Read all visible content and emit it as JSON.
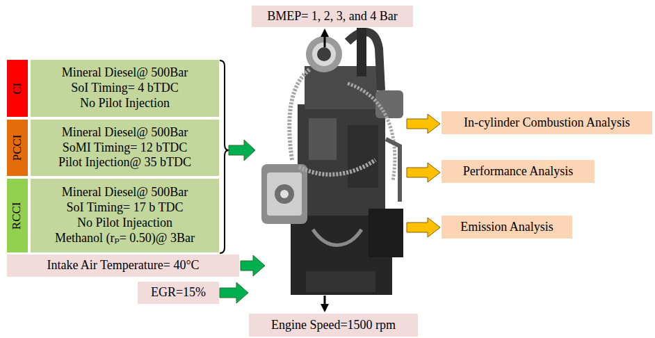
{
  "diagram": {
    "nodes": [
      {
        "text": [
          "BMEP= 1, 2, 3, and 4 Bar"
        ]
      },
      {
        "text": [
          "CI"
        ]
      },
      {
        "text": [
          "Mineral Diesel@ 500Bar",
          "SoI Timing= 4 bTDC",
          "No Pilot Injection"
        ]
      },
      {
        "text": [
          "PCCI"
        ]
      },
      {
        "text": [
          "Mineral Diesel@ 500Bar",
          "SoMI Timing= 12 bTDC",
          "Pilot Injection@ 35 bTDC"
        ]
      },
      {
        "text": [
          "RCCI"
        ]
      },
      {
        "text": [
          "Mineral Diesel@ 500Bar",
          "SoI Timing= 17 b TDC",
          "No Pilot Injeaction",
          "Methanol (rₚ= 0.50)@ 3Bar"
        ]
      },
      {
        "text": [
          "Intake Air Temperature= 40°C"
        ]
      },
      {
        "text": [
          "EGR=15%"
        ]
      },
      {
        "text": [
          "In-cylinder Combustion Analysis"
        ]
      },
      {
        "text": [
          "Performance Analysis"
        ]
      },
      {
        "text": [
          "Emission Analysis"
        ]
      },
      {
        "text": [
          "Engine Speed=1500 rpm"
        ]
      }
    ]
  }
}
